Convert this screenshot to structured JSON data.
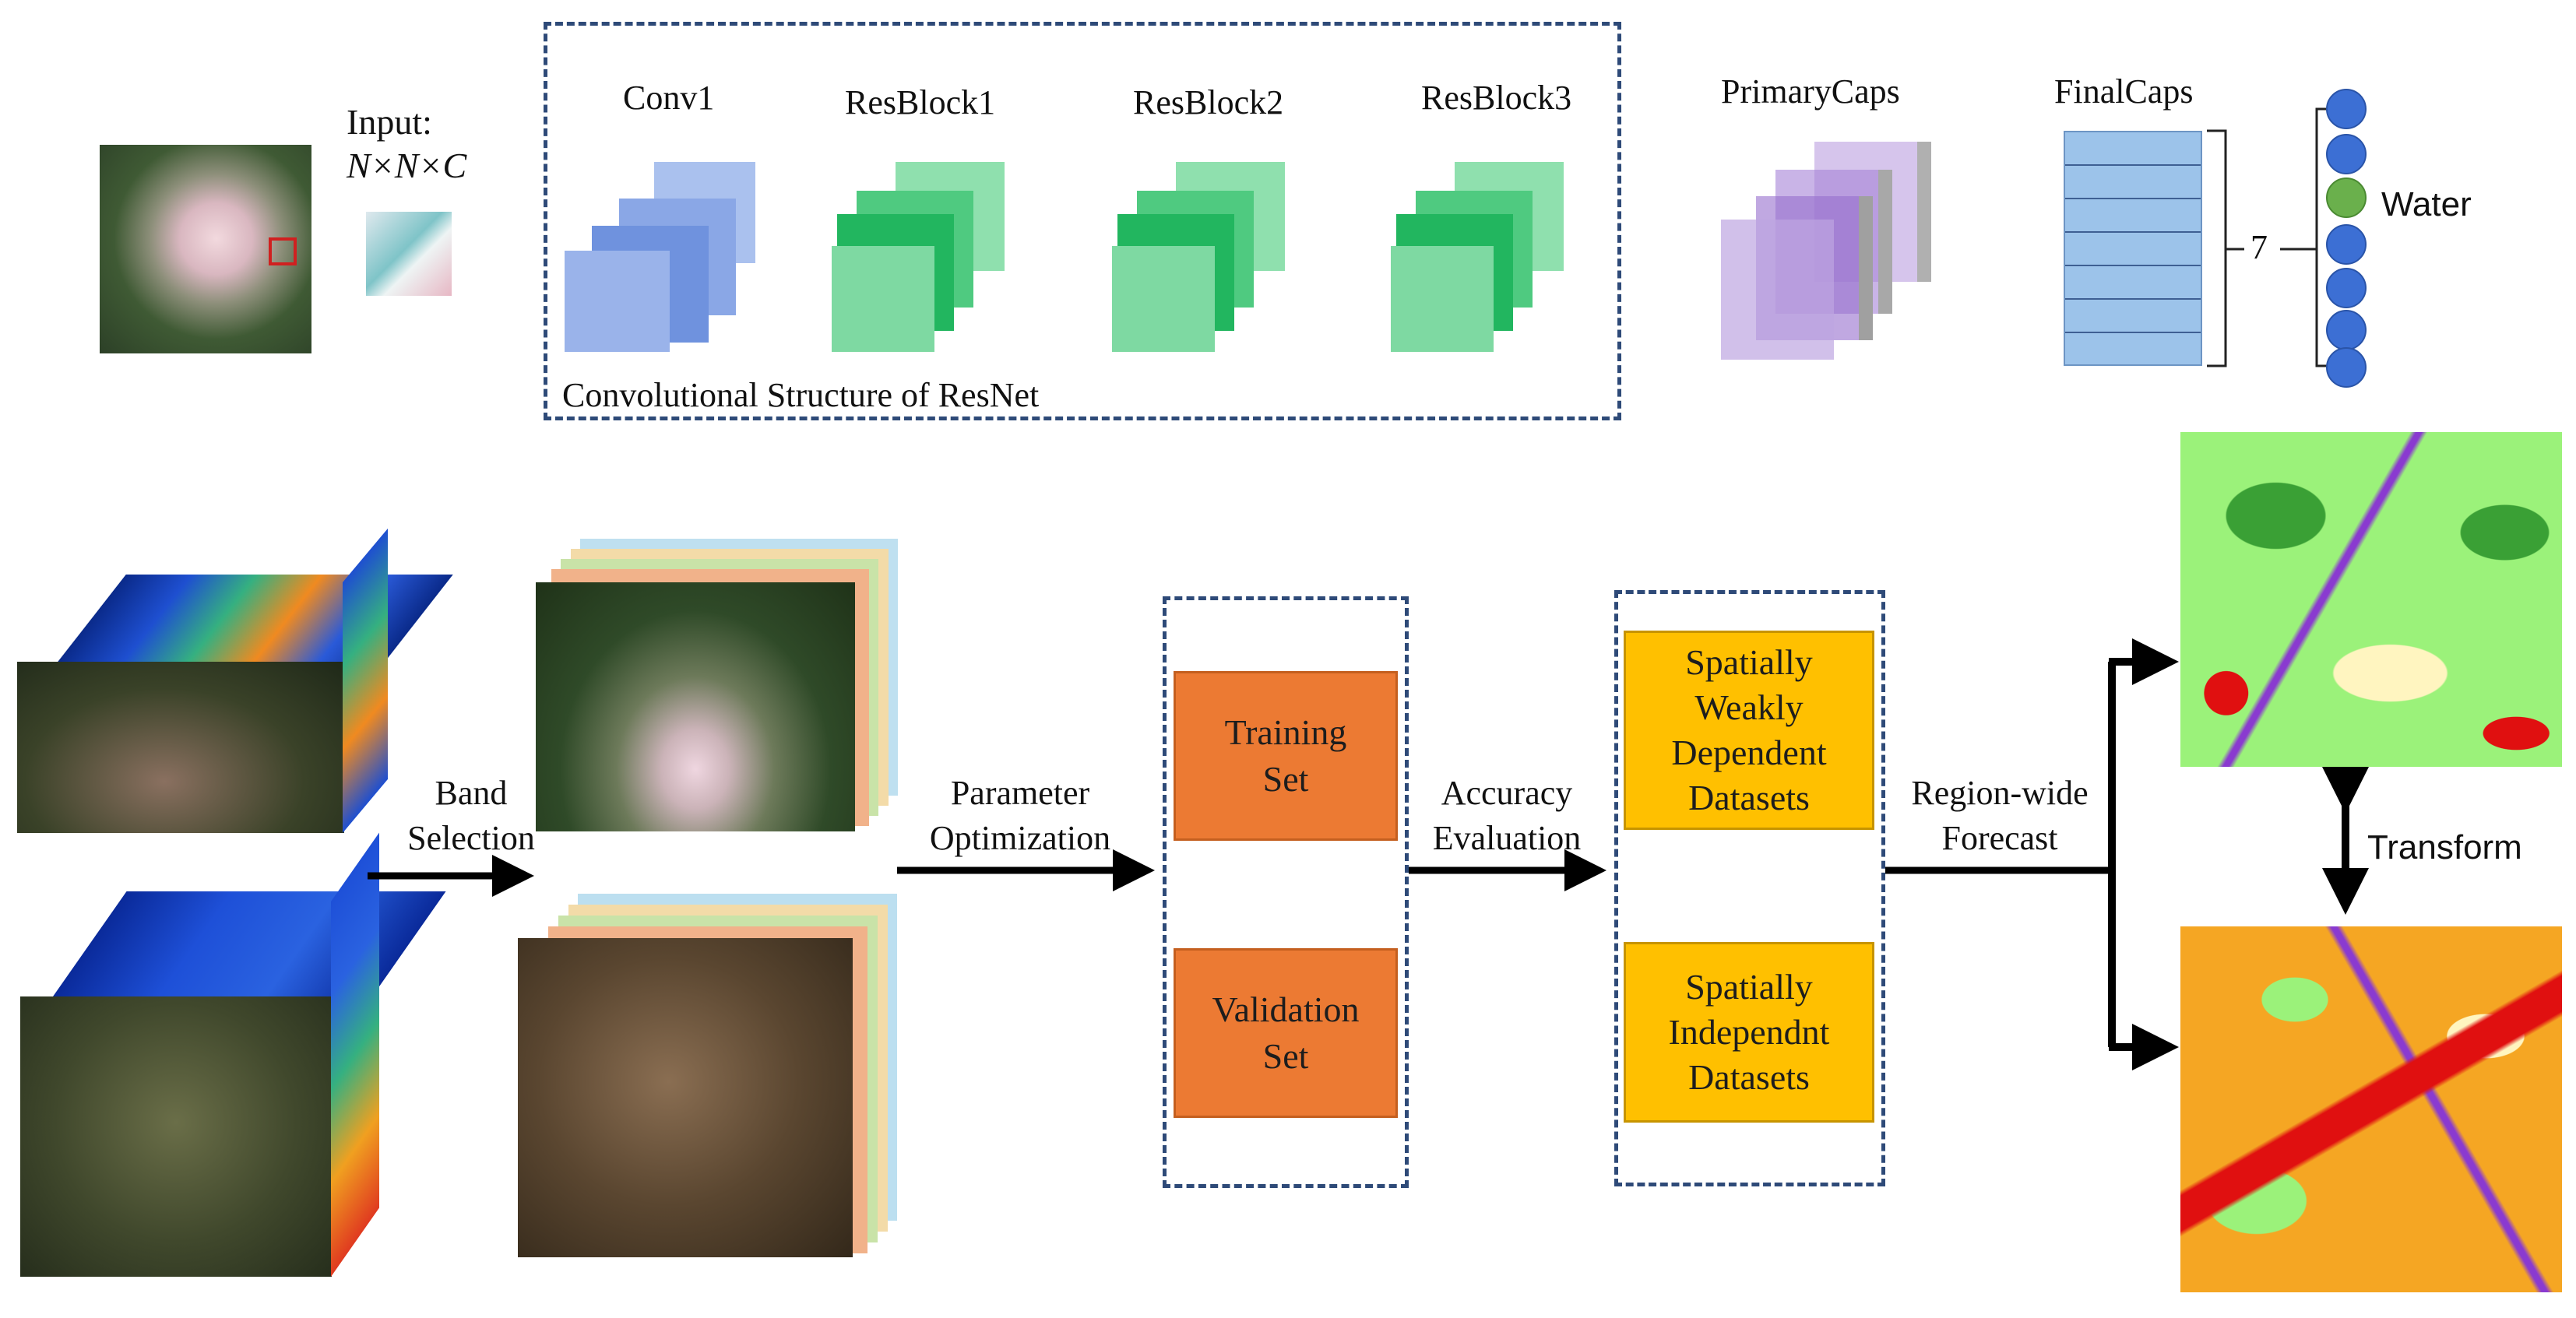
{
  "input": {
    "label": "Input:",
    "dims": "N×N×C"
  },
  "resnet": {
    "layers": [
      "Conv1",
      "ResBlock1",
      "ResBlock2",
      "ResBlock3"
    ],
    "caption": "Convolutional Structure of ResNet"
  },
  "capsules": {
    "primary": "PrimaryCaps",
    "final": "FinalCaps",
    "count": "7",
    "output_label": "Water"
  },
  "flow": {
    "band_selection": "Band Selection",
    "parameter_optimization": "Parameter Optimization",
    "accuracy_evaluation": "Accuracy Evaluation",
    "region_forecast": "Region-wide Forecast",
    "transform": "Transform"
  },
  "sets": {
    "training": "Training Set",
    "validation": "Validation Set"
  },
  "datasets": {
    "weakly_dependent": "Spatially Weakly Dependent Datasets",
    "independent": "Spatially Independnt Datasets"
  },
  "colors": {
    "conv_blue": "#4a78d8",
    "res_green": "#1fb35b",
    "caps_purple": "#a27fd0",
    "final_caps_blue": "#9cc3ea",
    "set_orange": "#ec7a33",
    "dataset_yellow": "#ffc000",
    "dashed_border": "#2e4a78"
  }
}
